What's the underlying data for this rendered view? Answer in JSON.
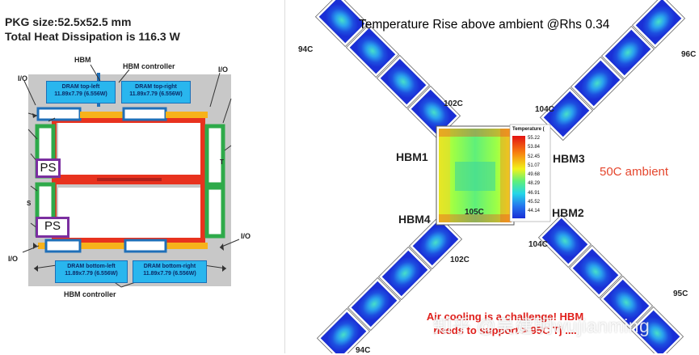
{
  "left_panel": {
    "title_line1": "PKG size:52.5x52.5 mm",
    "title_line2": "Total Heat Dissipation is 116.3 W",
    "labels": {
      "hbm": "HBM",
      "hbm_controller_top": "HBM controller",
      "hbm_controller_bottom": "HBM controller",
      "io_top_left": "I/O",
      "io_top_right": "I/O",
      "io_bottom_left": "I/O",
      "io_bottom_right": "I/O"
    },
    "dram": {
      "top_left": {
        "name": "DRAM top-left",
        "size": "11.89x7.79   (6.556W)"
      },
      "top_right": {
        "name": "DRAM top-right",
        "size": "11.89x7.79   (6.556W)"
      },
      "bottom_left": {
        "name": "DRAM bottom-left",
        "size": "11.89x7.79   (6.556W)"
      },
      "bottom_right": {
        "name": "DRAM bottom-right",
        "size": "11.89x7.79   (6.556W)"
      }
    },
    "ps_top": "PS",
    "ps_bottom": "PS",
    "edge_letter_t": "T",
    "edge_letter_s": "S"
  },
  "right_panel": {
    "title": "Temperature Rise above ambient @Rhs 0.34",
    "ambient": "50C ambient",
    "hbm_labels": {
      "hbm1": "HBM1",
      "hbm2": "HBM2",
      "hbm3": "HBM3",
      "hbm4": "HBM4"
    },
    "temps": {
      "t94_top": "94C",
      "t102_top": "102C",
      "t104_top": "104C",
      "t96": "96C",
      "t105": "105C",
      "t104_bottom": "104C",
      "t102_bottom": "102C",
      "t95": "95C",
      "t94_bottom": "94C"
    },
    "legend": {
      "title": "Temperature (",
      "values": [
        "55.22",
        "53.84",
        "52.45",
        "51.07",
        "49.68",
        "48.29",
        "46.91",
        "45.52",
        "44.14"
      ]
    },
    "note_line1": "Air cooling is a challenge! HBM",
    "note_line2": "needs to support > 95C Tj ....",
    "watermark": "知乎 @吴建明wujianming"
  },
  "colors": {
    "red_frame": "#e8321e",
    "green_block": "#2eaa4a",
    "yellow_bar": "#f7b21a",
    "blue_bar": "#1f6fb8",
    "light_blue": "#29b6ee",
    "purple_ps": "#7b2fa0",
    "ambient_text": "#e5462d",
    "note_text": "#e0201c"
  }
}
